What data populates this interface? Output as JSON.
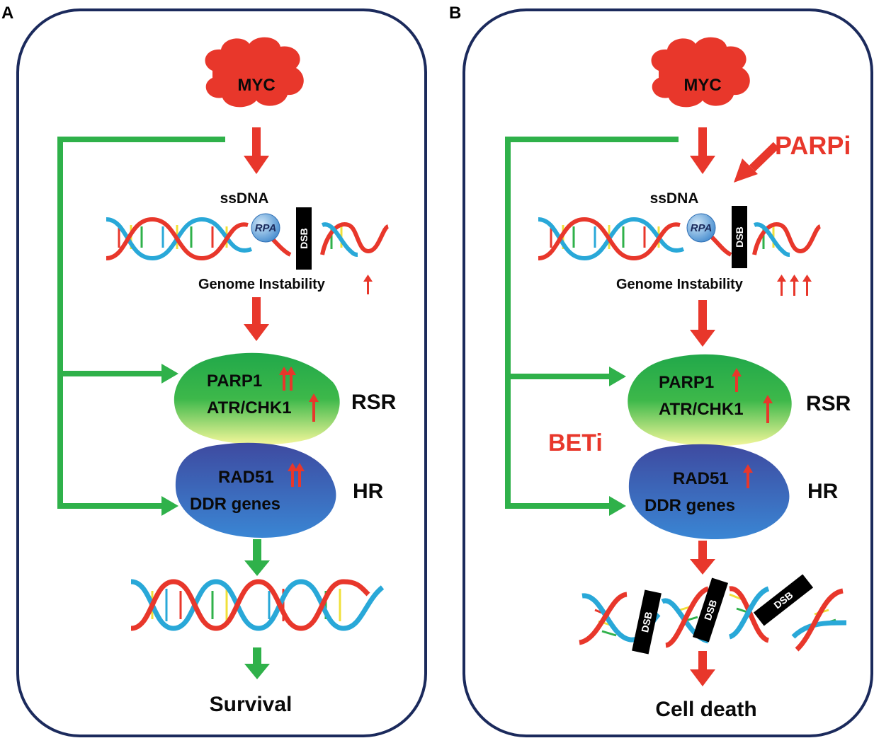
{
  "colors": {
    "panel_border": "#1b2a5c",
    "arrow_red": "#e8372b",
    "arrow_green": "#2fb14a",
    "myc_cloud": "#e8372b",
    "dna_red": "#e8372b",
    "dna_blue": "#29a8d8",
    "rsr_green": "#2bb04a",
    "rsr_yellow": "#f4f79a",
    "hr_blue": "#3a72c6",
    "hr_purple": "#3e4aa0",
    "dsb_block": "#000000"
  },
  "panels": [
    {
      "letter": "A",
      "myc": "MYC",
      "ssdna": "ssDNA",
      "rpa": "RPA",
      "dsb": "DSB",
      "genome_instability": "Genome Instability",
      "instability_arrows": 1,
      "rsr_line1": "PARP1",
      "rsr_line1_arrows": 2,
      "rsr_line2": "ATR/CHK1",
      "rsr_line2_arrows": 1,
      "rsr_tag": "RSR",
      "hr_line1": "RAD51",
      "hr_line1_arrows": 2,
      "hr_line2": "DDR genes",
      "hr_tag": "HR",
      "outcome": "Survival"
    },
    {
      "letter": "B",
      "myc": "MYC",
      "ssdna": "ssDNA",
      "rpa": "RPA",
      "dsb": "DSB",
      "inhibitor_top": "PARPi",
      "inhibitor_side": "BETi",
      "genome_instability": "Genome Instability",
      "instability_arrows": 3,
      "rsr_line1": "PARP1",
      "rsr_line1_arrows": 1,
      "rsr_line2": "ATR/CHK1",
      "rsr_line2_arrows": 1,
      "rsr_tag": "RSR",
      "hr_line1": "RAD51",
      "hr_line1_arrows": 1,
      "hr_line2": "DDR genes",
      "hr_tag": "HR",
      "broken_dsb_labels": [
        "DSB",
        "DSB",
        "DSB"
      ],
      "outcome": "Cell death"
    }
  ]
}
